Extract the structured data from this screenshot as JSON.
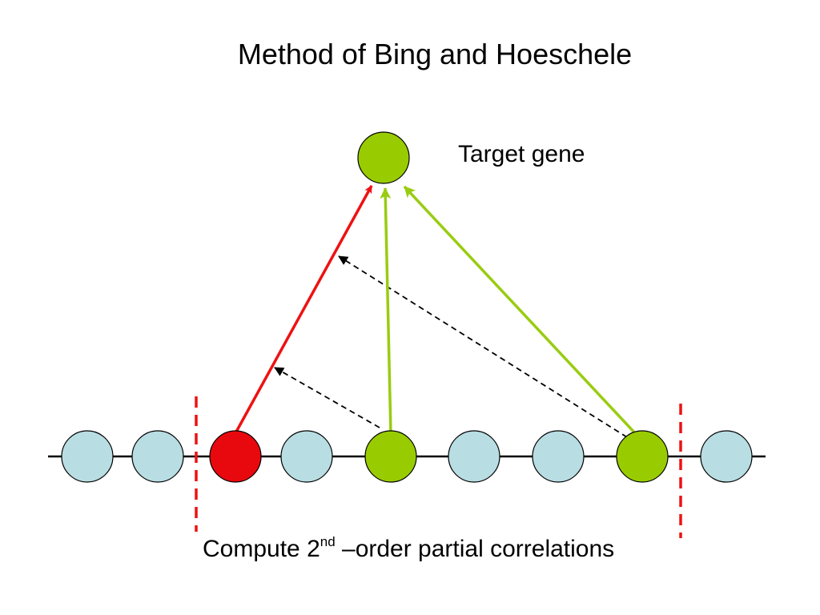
{
  "slide": {
    "title": "Method of Bing and Hoeschele",
    "target_label": "Target gene",
    "caption": {
      "before_sup": "Compute 2",
      "sup": "nd",
      "after_sup": " –order partial correlations"
    }
  },
  "colors": {
    "background": "#ffffff",
    "gene_default": "#b8dde2",
    "gene_selected": "#e8090f",
    "gene_regulator": "#99cc00",
    "red_arrow": "#ee1111",
    "green_arrow": "#99cc11",
    "dashed_arrow": "#000000",
    "window_boundary": "#ee1111",
    "axis_line": "#000000"
  },
  "genes": [
    {
      "id": "g1",
      "role": "default"
    },
    {
      "id": "g2",
      "role": "default"
    },
    {
      "id": "g3",
      "role": "selected"
    },
    {
      "id": "g4",
      "role": "default"
    },
    {
      "id": "g5",
      "role": "regulator"
    },
    {
      "id": "g6",
      "role": "default"
    },
    {
      "id": "g7",
      "role": "default"
    },
    {
      "id": "g8",
      "role": "regulator"
    },
    {
      "id": "g9",
      "role": "default"
    }
  ],
  "target_gene": {
    "role": "regulator"
  },
  "edges": [
    {
      "from": "g3",
      "to": "target",
      "style": "solid-red"
    },
    {
      "from": "g5",
      "to": "target",
      "style": "solid-green"
    },
    {
      "from": "g8",
      "to": "target",
      "style": "solid-green"
    },
    {
      "from": "g5",
      "to": "g3-edge",
      "style": "dashed"
    },
    {
      "from": "g8",
      "to": "g3-edge",
      "style": "dashed"
    }
  ]
}
